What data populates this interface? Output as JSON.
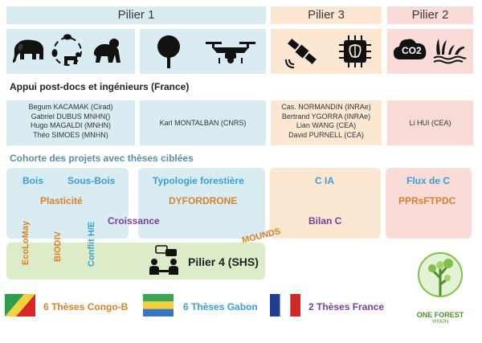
{
  "pillars": {
    "p1": "Pilier 1",
    "p3": "Pilier 3",
    "p2": "Pilier 2",
    "p4": "Pilier 4 (SHS)"
  },
  "icons": {
    "co2": "CO2"
  },
  "sections": {
    "appui": "Appui post-docs et ingénieurs (France)",
    "cohorte": "Cohorte des projets avec thèses ciblées"
  },
  "staff": {
    "col1": [
      "Begum KACAMAK (Cirad)",
      "Gabriel DUBUS MNHN()",
      "Hugo MAGALDI (MNHN)",
      "Théo SIMOES (MNHN)"
    ],
    "col2": [
      "Karl MONTALBAN (CNRS)"
    ],
    "col3": [
      "Cas. NORMANDIN (INRAe)",
      "Bertrand YGORRA (INRAe)",
      "Lian WANG (CEA)",
      "David PURNELL (CEA)"
    ],
    "col4": [
      "Li HUI (CEA)"
    ]
  },
  "projects": {
    "bois": "Bois",
    "sous_bois": "Sous-Bois",
    "plasticite": "Plasticité",
    "croissance": "Croissance",
    "typologie": "Typologie forestière",
    "dyfordrone": "DYFORDRONE",
    "cia": "C IA",
    "bilan": "Bilan C",
    "flux": "Flux de C",
    "pprs": "PPRsFTPDC",
    "ecolomay": "EcoLoMay",
    "biodiv": "BIODIV",
    "conflit": "Conflit H/E",
    "mounds": "MOUNDS"
  },
  "legend": {
    "congo": "6 Thèses Congo-B",
    "gabon": "6 Thèses Gabon",
    "france": "2 Thèses France"
  },
  "logo": {
    "name": "ONE FOREST",
    "sub": "VISION"
  },
  "colors": {
    "blue_box": "#d9ecf2",
    "peach_box": "#fce8d2",
    "pink_box": "#f9dcd8",
    "green_box": "#dcebc8",
    "blue_text": "#3a9fd6",
    "orange_text": "#d9822b",
    "purple_text": "#7a3fa0"
  }
}
